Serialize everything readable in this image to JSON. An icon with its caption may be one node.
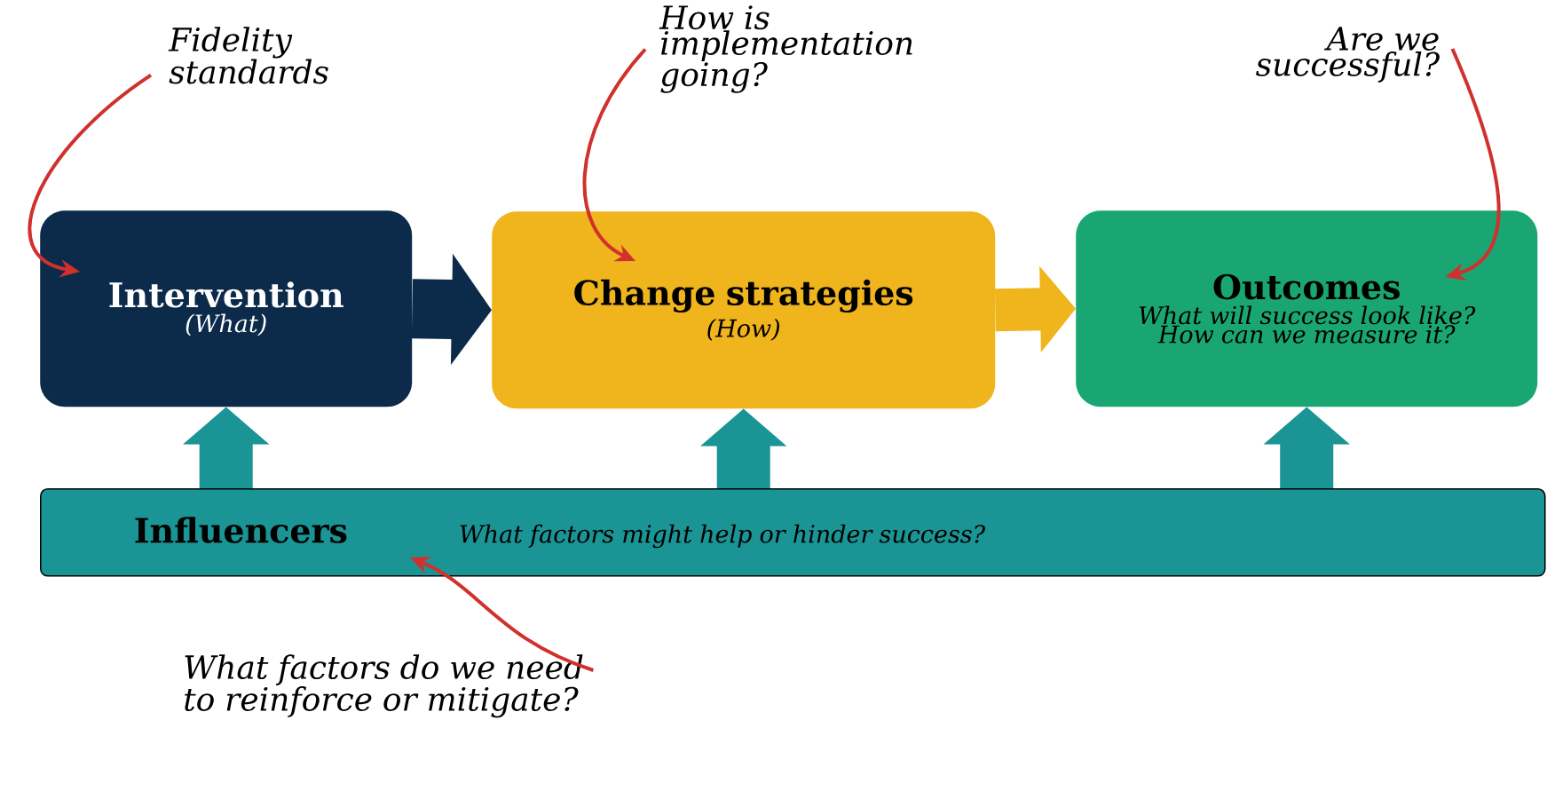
{
  "diagram": {
    "nodes": [
      {
        "text": [
          "Intervention",
          "(What)"
        ]
      },
      {
        "text": [
          "Change strategies",
          "(How)"
        ]
      },
      {
        "text": [
          "Outcomes",
          "What will success look like? How can we measure it?"
        ]
      },
      {
        "text": [
          "Influencers",
          "What factors might help or hinder success?"
        ]
      },
      {
        "text": [
          "Fidelity standards"
        ]
      },
      {
        "text": [
          "How is implementation going?"
        ]
      },
      {
        "text": [
          "Are we successful?"
        ]
      },
      {
        "text": [
          "What factors do we need to reinforce or mitigate?"
        ]
      }
    ],
    "edges": [
      {
        "from": 0,
        "to": 1,
        "arrow": "to",
        "color": "#0c2a4a"
      },
      {
        "from": 1,
        "to": 2,
        "arrow": "to",
        "color": "#f0b41c"
      },
      {
        "from": 3,
        "to": 0,
        "arrow": "to",
        "color": "#1a9494"
      },
      {
        "from": 3,
        "to": 1,
        "arrow": "to",
        "color": "#1a9494"
      },
      {
        "from": 3,
        "to": 2,
        "arrow": "to",
        "color": "#1a9494"
      },
      {
        "from": 4,
        "to": 0,
        "arrow": "to"
      },
      {
        "from": 5,
        "to": 1,
        "arrow": "to"
      },
      {
        "from": 6,
        "to": 2,
        "arrow": "to"
      },
      {
        "from": 7,
        "to": 3,
        "arrow": "to"
      }
    ]
  }
}
